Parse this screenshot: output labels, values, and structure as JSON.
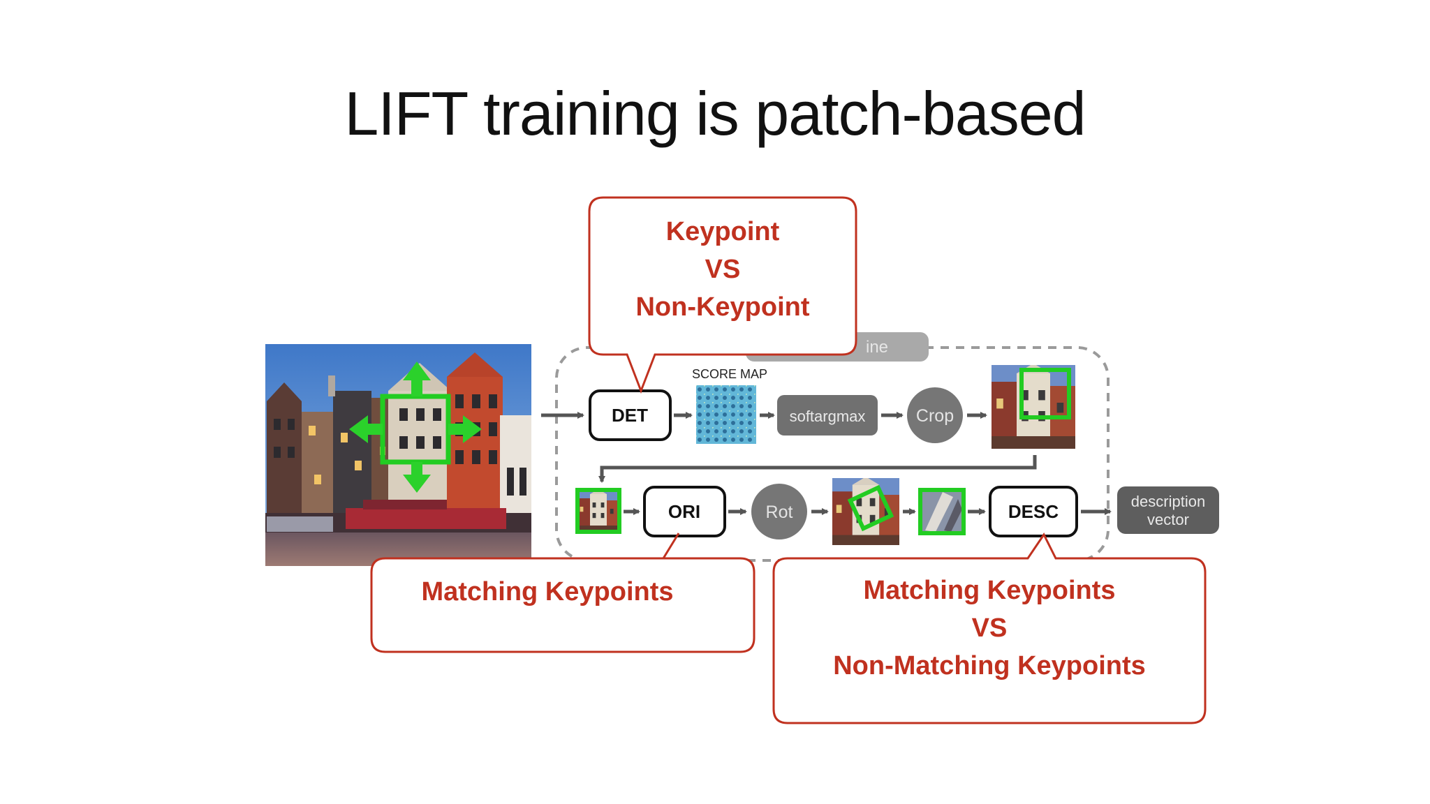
{
  "slide": {
    "title": "LIFT training is patch-based"
  },
  "pipeline": {
    "banner_label": "ine",
    "det_label": "DET",
    "score_map_label": "SCORE MAP",
    "softargmax_label": "softargmax",
    "crop_label": "Crop",
    "ori_label": "ORI",
    "rot_label": "Rot",
    "desc_label": "DESC",
    "output_line1": "description",
    "output_line2": "vector"
  },
  "callouts": {
    "det": {
      "line1": "Keypoint",
      "line2": "VS",
      "line3": "Non-Keypoint"
    },
    "ori": {
      "line1": "Matching Keypoints"
    },
    "desc": {
      "line1": "Matching Keypoints",
      "line2": "VS",
      "line3": "Non-Matching Keypoints"
    }
  },
  "colors": {
    "callout_red": "#c0311f",
    "box_gray": "#707070",
    "patch_green": "#22cc22",
    "arrow_gray": "#555555",
    "dashed_border": "#999999"
  }
}
